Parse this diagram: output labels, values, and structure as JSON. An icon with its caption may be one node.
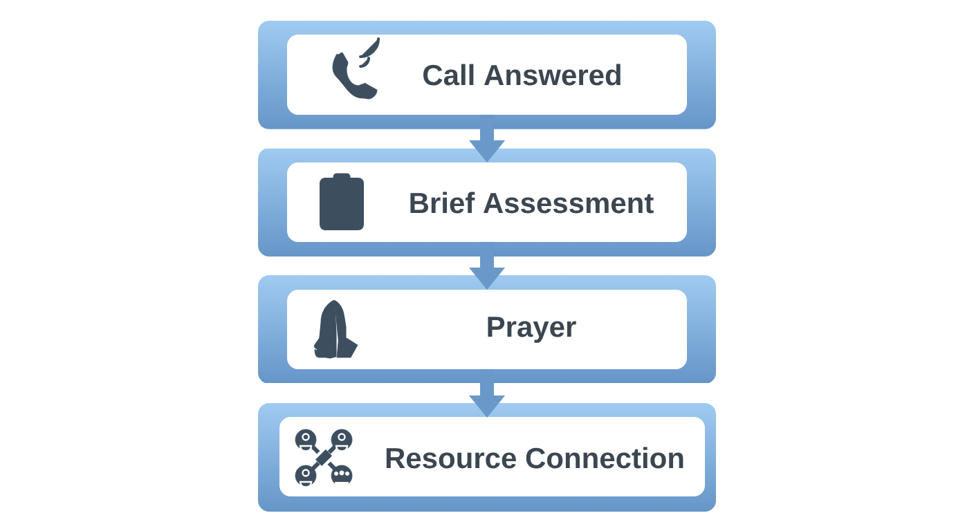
{
  "diagram": {
    "nodes": [
      {
        "text": [
          "Call Answered"
        ]
      },
      {
        "text": [
          "Brief Assessment"
        ]
      },
      {
        "text": [
          "Prayer"
        ]
      },
      {
        "text": [
          "Resource Connection"
        ]
      }
    ],
    "edges": [
      {
        "from": 0,
        "to": 1,
        "arrow": "to"
      },
      {
        "from": 1,
        "to": 2,
        "arrow": "to"
      },
      {
        "from": 2,
        "to": 3,
        "arrow": "to"
      }
    ]
  }
}
